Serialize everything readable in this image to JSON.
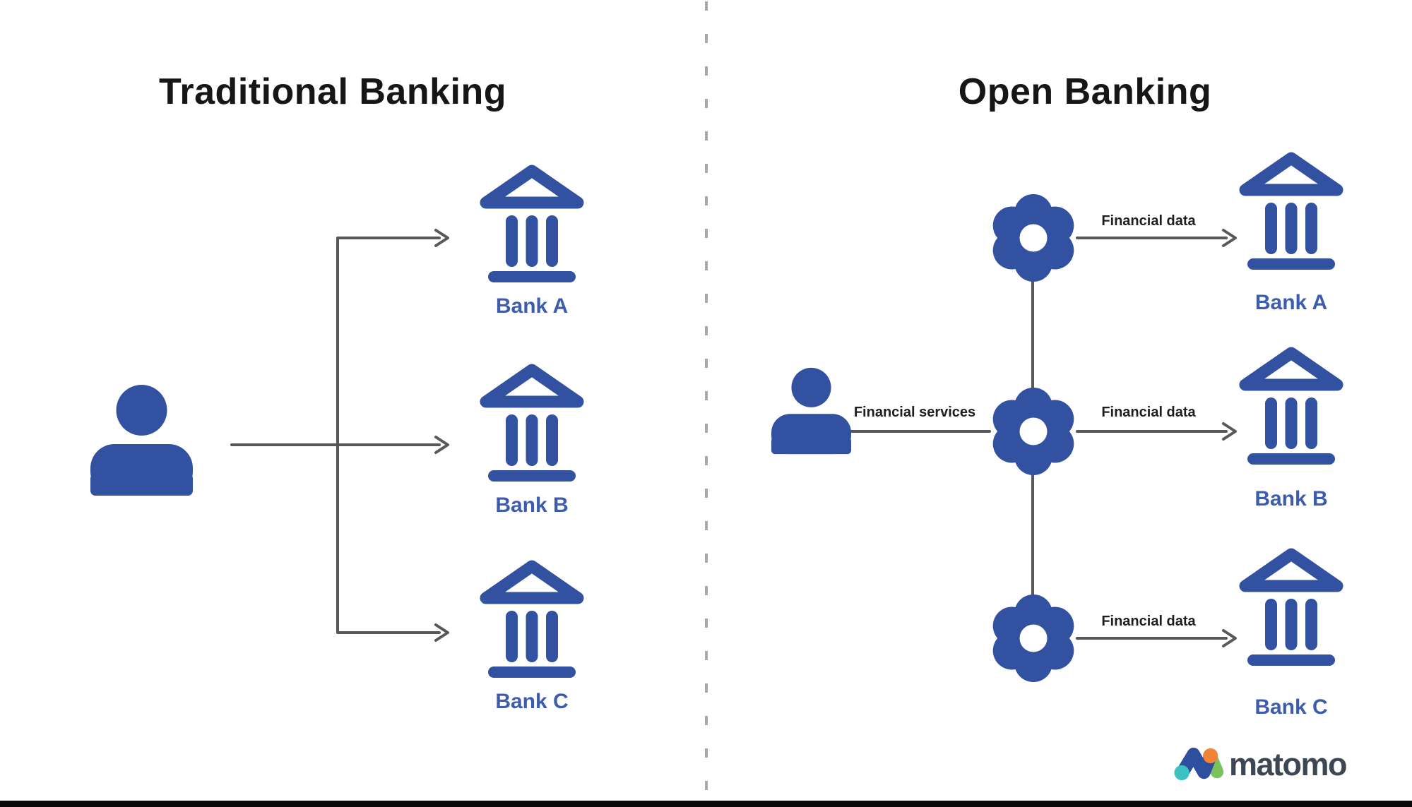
{
  "page": {
    "background_color": "#ffffff",
    "footer_bar_color": "#0a0a0a",
    "divider_style": "vertical dashed line separating the two panels"
  },
  "colors": {
    "icon_blue": "#3351a1",
    "bank_label_blue": "#3c5cad",
    "line_gray": "#58585a",
    "divider_gray": "#a9a9a9",
    "title_color": "#161616",
    "matomo_text": "#3d4653",
    "matomo_teal": "#3bc0c3",
    "matomo_blue": "#2d4f9e",
    "matomo_orange": "#f08336",
    "matomo_green": "#7cc25c"
  },
  "left_panel": {
    "title": "Traditional Banking",
    "icons": [
      "person-icon",
      "bank-icon"
    ],
    "banks": [
      {
        "label": "Bank A"
      },
      {
        "label": "Bank B"
      },
      {
        "label": "Bank C"
      }
    ]
  },
  "right_panel": {
    "title": "Open Banking",
    "icons": [
      "person-icon",
      "gear-icon",
      "bank-icon"
    ],
    "flow_labels": {
      "services": "Financial services",
      "data": "Financial data"
    },
    "banks": [
      {
        "label": "Bank A"
      },
      {
        "label": "Bank B"
      },
      {
        "label": "Bank C"
      }
    ]
  },
  "footer": {
    "brand": "matomo"
  }
}
